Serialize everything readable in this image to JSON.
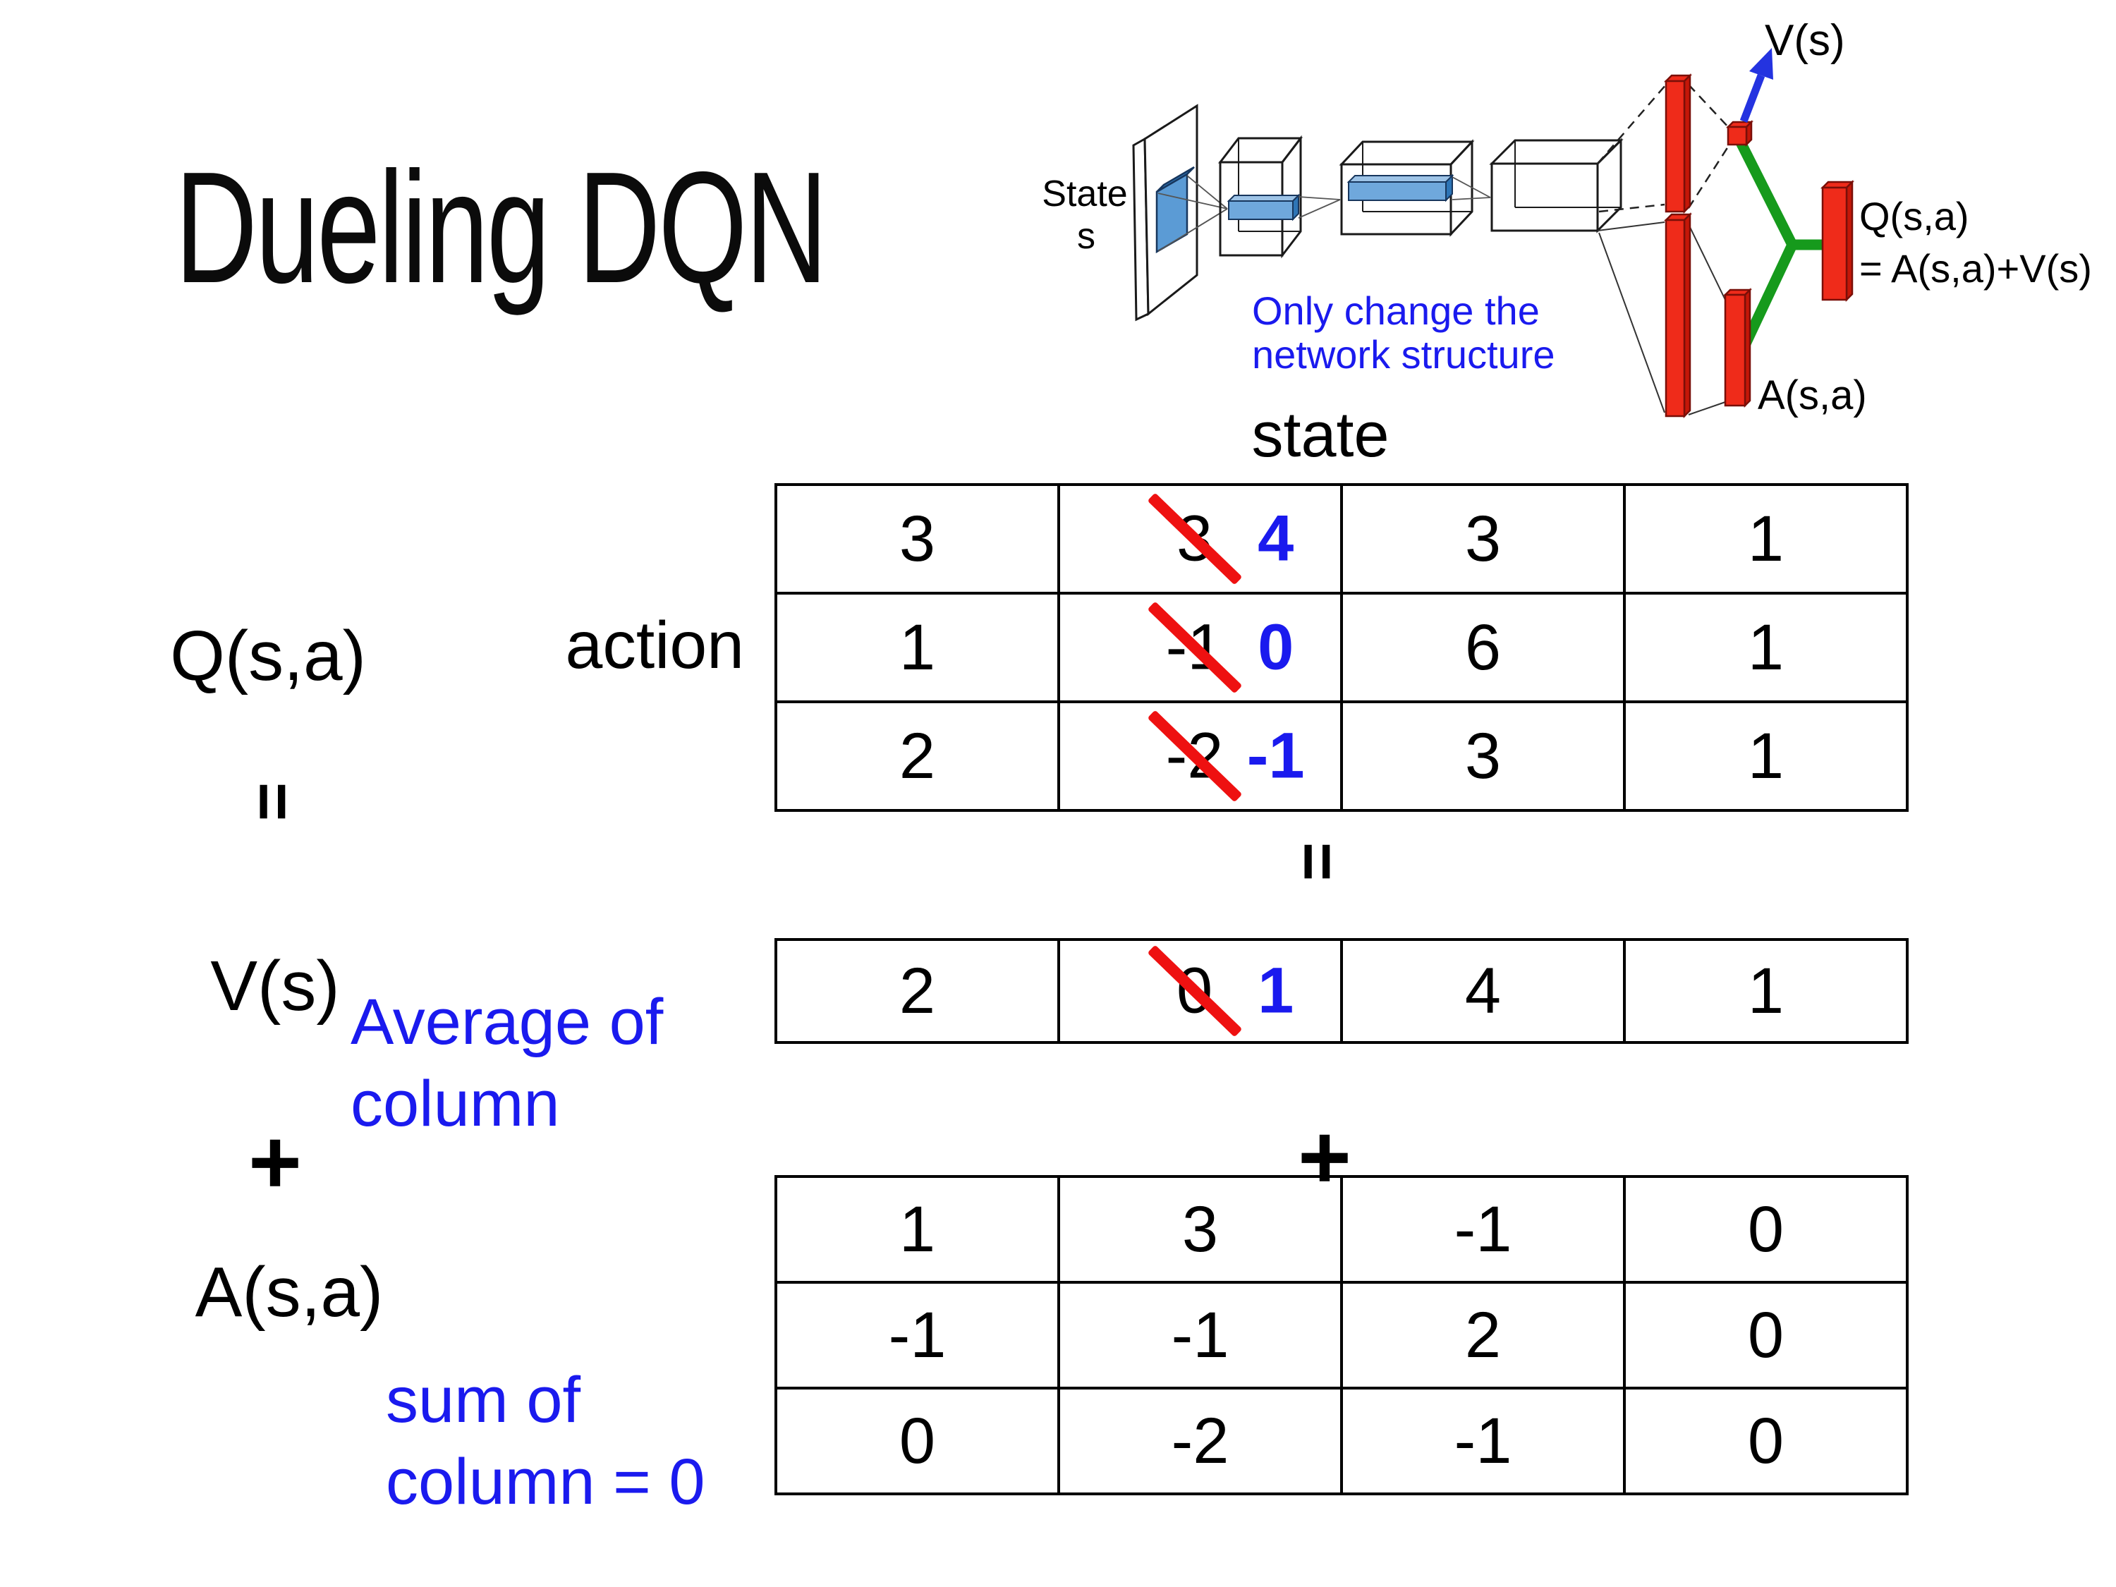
{
  "title": "Dueling DQN",
  "colors": {
    "accent_blue": "#1a1aee",
    "strike_red": "#ee1111",
    "bar_red": "#ef2b1a",
    "connector_green": "#169a1c",
    "layer_blue": "#6fa8dc"
  },
  "diagram": {
    "state_line1": "State",
    "state_line2": "s",
    "note_line1": "Only change the",
    "note_line2": "network structure",
    "v_out": "V(s)",
    "q_out_line1": "Q(s,a)",
    "q_out_line2": "= A(s,a)+V(s)",
    "a_out": "A(s,a)"
  },
  "labels": {
    "q": "Q(s,a)",
    "action": "action",
    "state": "state",
    "equals": "=",
    "plus": "+",
    "v": "V(s)",
    "a": "A(s,a)",
    "v_note1": "Average of",
    "v_note2": "column",
    "a_note1": "sum of",
    "a_note2": "column = 0"
  },
  "q_table": {
    "rows": [
      {
        "c0": "3",
        "old": "3",
        "new": "4",
        "c2": "3",
        "c3": "1"
      },
      {
        "c0": "1",
        "old": "-1",
        "new": "0",
        "c2": "6",
        "c3": "1"
      },
      {
        "c0": "2",
        "old": "-2",
        "new": "-1",
        "c2": "3",
        "c3": "1"
      }
    ]
  },
  "v_row": {
    "c0": "2",
    "old": "0",
    "new": "1",
    "c2": "4",
    "c3": "1"
  },
  "a_table": {
    "rows": [
      [
        "1",
        "3",
        "-1",
        "0"
      ],
      [
        "-1",
        "-1",
        "2",
        "0"
      ],
      [
        "0",
        "-2",
        "-1",
        "0"
      ]
    ]
  }
}
